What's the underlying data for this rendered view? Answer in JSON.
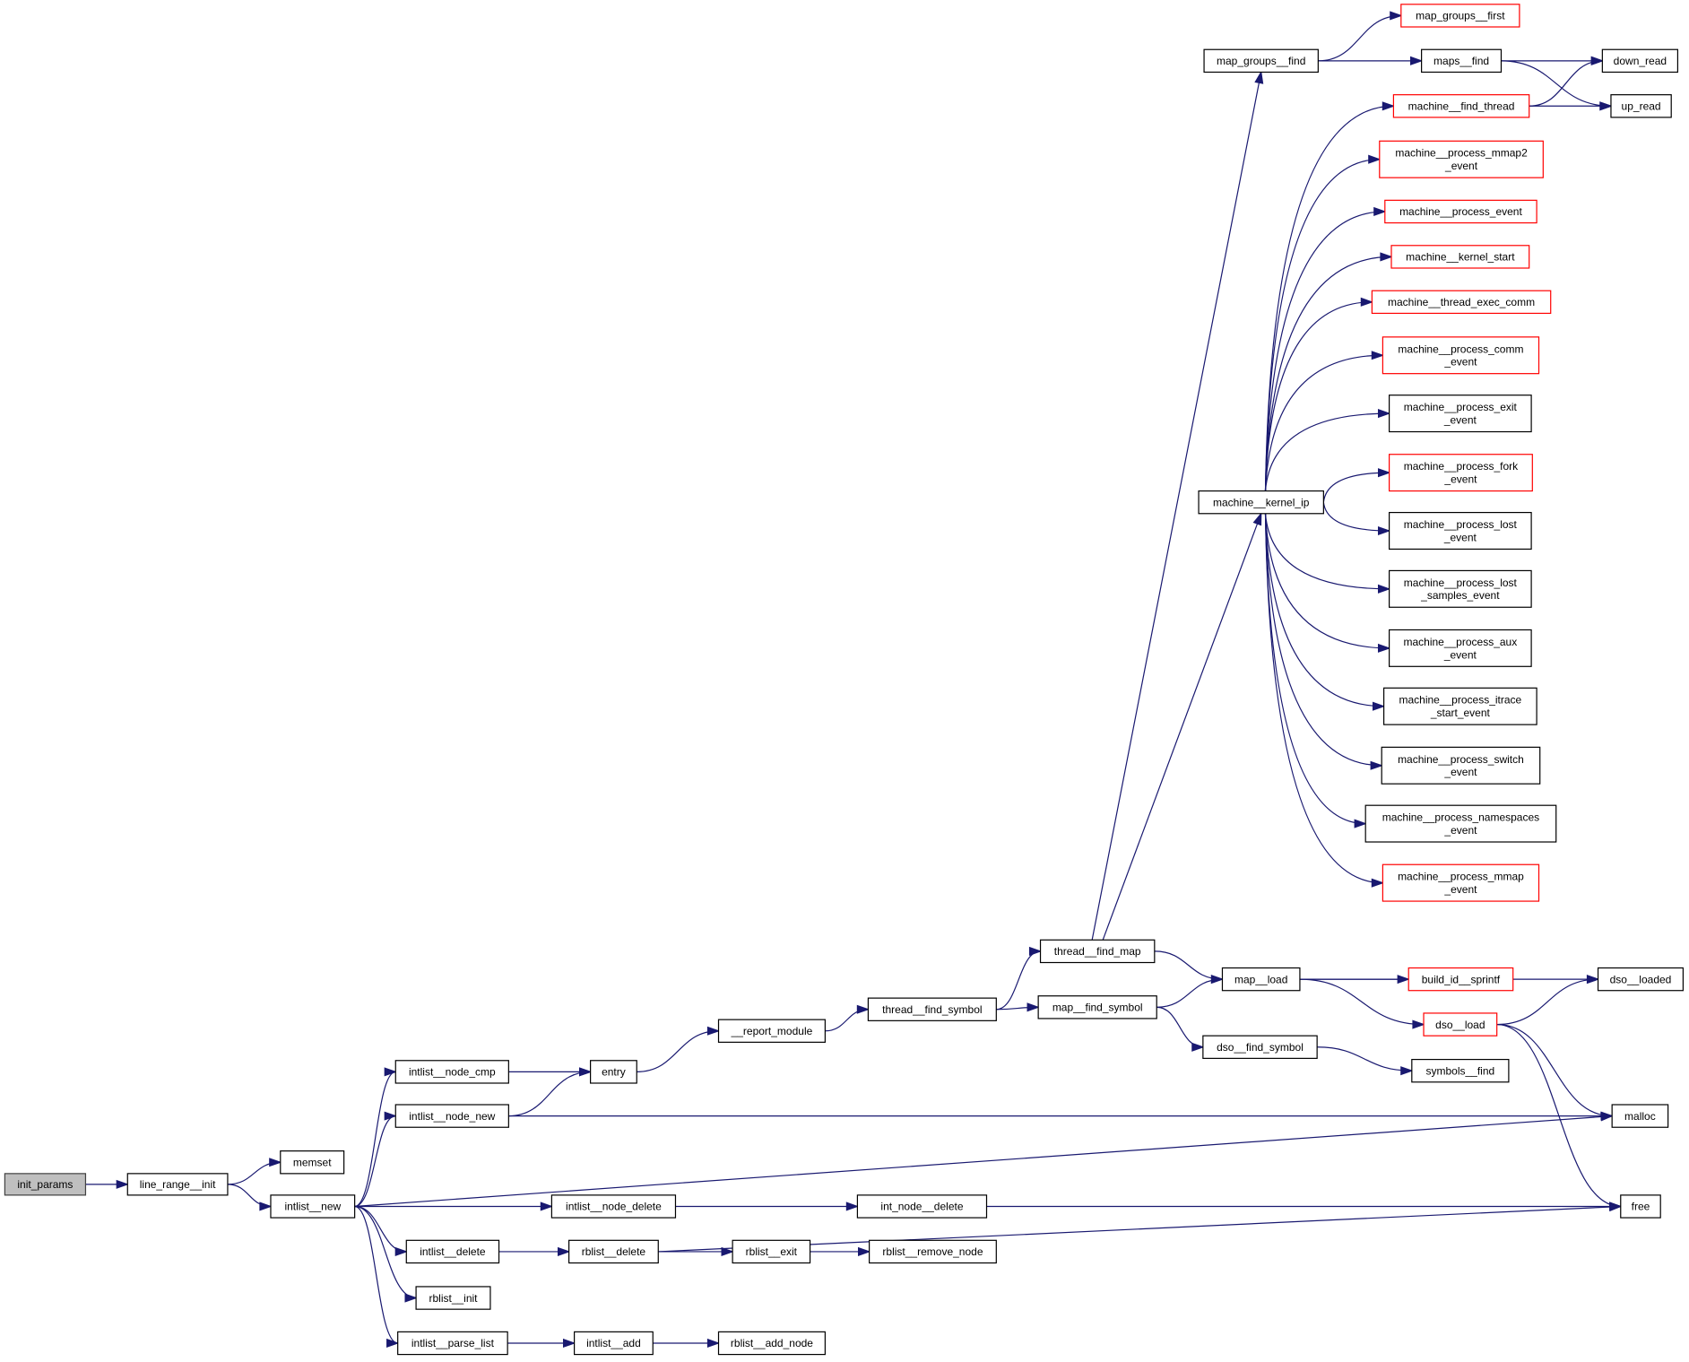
{
  "colors": {
    "edge": "#191970",
    "undocumented_border": "#ff0000",
    "root_fill": "#bfbfbf"
  },
  "nodes": [
    {
      "id": "init_params",
      "lines": [
        "init_params"
      ],
      "root": true
    },
    {
      "id": "line_range__init",
      "lines": [
        "line_range__init"
      ]
    },
    {
      "id": "memset",
      "lines": [
        "memset"
      ]
    },
    {
      "id": "intlist__new",
      "lines": [
        "intlist__new"
      ]
    },
    {
      "id": "intlist__node_cmp",
      "lines": [
        "intlist__node_cmp"
      ]
    },
    {
      "id": "intlist__node_new",
      "lines": [
        "intlist__node_new"
      ]
    },
    {
      "id": "intlist__node_delete",
      "lines": [
        "intlist__node_delete"
      ]
    },
    {
      "id": "intlist__delete",
      "lines": [
        "intlist__delete"
      ]
    },
    {
      "id": "rblist__init",
      "lines": [
        "rblist__init"
      ]
    },
    {
      "id": "intlist__parse_list",
      "lines": [
        "intlist__parse_list"
      ]
    },
    {
      "id": "entry",
      "lines": [
        "entry"
      ]
    },
    {
      "id": "__report_module",
      "lines": [
        "__report_module"
      ]
    },
    {
      "id": "thread__find_symbol",
      "lines": [
        "thread__find_symbol"
      ]
    },
    {
      "id": "thread__find_map",
      "lines": [
        "thread__find_map"
      ]
    },
    {
      "id": "map__find_symbol",
      "lines": [
        "map__find_symbol"
      ]
    },
    {
      "id": "map__load",
      "lines": [
        "map__load"
      ]
    },
    {
      "id": "dso__find_symbol",
      "lines": [
        "dso__find_symbol"
      ]
    },
    {
      "id": "build_id__sprintf",
      "lines": [
        "build_id__sprintf"
      ],
      "red": true
    },
    {
      "id": "dso__load",
      "lines": [
        "dso__load"
      ],
      "red": true
    },
    {
      "id": "symbols__find",
      "lines": [
        "symbols__find"
      ]
    },
    {
      "id": "dso__loaded",
      "lines": [
        "dso__loaded"
      ]
    },
    {
      "id": "malloc",
      "lines": [
        "malloc"
      ]
    },
    {
      "id": "free",
      "lines": [
        "free"
      ]
    },
    {
      "id": "int_node__delete",
      "lines": [
        "int_node__delete"
      ]
    },
    {
      "id": "rblist__delete",
      "lines": [
        "rblist__delete"
      ]
    },
    {
      "id": "rblist__exit",
      "lines": [
        "rblist__exit"
      ]
    },
    {
      "id": "rblist__remove_node",
      "lines": [
        "rblist__remove_node"
      ]
    },
    {
      "id": "intlist__add",
      "lines": [
        "intlist__add"
      ]
    },
    {
      "id": "rblist__add_node",
      "lines": [
        "rblist__add_node"
      ]
    },
    {
      "id": "map_groups__find",
      "lines": [
        "map_groups__find"
      ]
    },
    {
      "id": "map_groups__first",
      "lines": [
        "map_groups__first"
      ],
      "red": true
    },
    {
      "id": "maps__find",
      "lines": [
        "maps__find"
      ]
    },
    {
      "id": "down_read",
      "lines": [
        "down_read"
      ]
    },
    {
      "id": "up_read",
      "lines": [
        "up_read"
      ]
    },
    {
      "id": "machine__find_thread",
      "lines": [
        "machine__find_thread"
      ],
      "red": true
    },
    {
      "id": "machine__kernel_ip",
      "lines": [
        "machine__kernel_ip"
      ]
    },
    {
      "id": "machine__process_mmap2_event",
      "lines": [
        "machine__process_mmap2",
        "_event"
      ],
      "red": true
    },
    {
      "id": "machine__process_event",
      "lines": [
        "machine__process_event"
      ],
      "red": true
    },
    {
      "id": "machine__kernel_start",
      "lines": [
        "machine__kernel_start"
      ],
      "red": true
    },
    {
      "id": "machine__thread_exec_comm",
      "lines": [
        "machine__thread_exec_comm"
      ],
      "red": true
    },
    {
      "id": "machine__process_comm_event",
      "lines": [
        "machine__process_comm",
        "_event"
      ],
      "red": true
    },
    {
      "id": "machine__process_exit_event",
      "lines": [
        "machine__process_exit",
        "_event"
      ]
    },
    {
      "id": "machine__process_fork_event",
      "lines": [
        "machine__process_fork",
        "_event"
      ],
      "red": true
    },
    {
      "id": "machine__process_lost_event",
      "lines": [
        "machine__process_lost",
        "_event"
      ]
    },
    {
      "id": "machine__process_lost_samples_event",
      "lines": [
        "machine__process_lost",
        "_samples_event"
      ]
    },
    {
      "id": "machine__process_aux_event",
      "lines": [
        "machine__process_aux",
        "_event"
      ]
    },
    {
      "id": "machine__process_itrace_start_event",
      "lines": [
        "machine__process_itrace",
        "_start_event"
      ]
    },
    {
      "id": "machine__process_switch_event",
      "lines": [
        "machine__process_switch",
        "_event"
      ]
    },
    {
      "id": "machine__process_namespaces_event",
      "lines": [
        "machine__process_namespaces",
        "_event"
      ]
    },
    {
      "id": "machine__process_mmap_event",
      "lines": [
        "machine__process_mmap",
        "_event"
      ],
      "red": true
    }
  ],
  "edges": [
    [
      "init_params",
      "line_range__init"
    ],
    [
      "line_range__init",
      "memset"
    ],
    [
      "line_range__init",
      "intlist__new"
    ],
    [
      "intlist__new",
      "intlist__node_cmp"
    ],
    [
      "intlist__new",
      "intlist__node_new"
    ],
    [
      "intlist__new",
      "malloc"
    ],
    [
      "intlist__new",
      "intlist__node_delete"
    ],
    [
      "intlist__new",
      "intlist__delete"
    ],
    [
      "intlist__new",
      "rblist__init"
    ],
    [
      "intlist__new",
      "intlist__parse_list"
    ],
    [
      "intlist__node_cmp",
      "entry"
    ],
    [
      "intlist__node_new",
      "entry"
    ],
    [
      "intlist__node_new",
      "malloc"
    ],
    [
      "entry",
      "__report_module"
    ],
    [
      "__report_module",
      "thread__find_symbol"
    ],
    [
      "thread__find_symbol",
      "thread__find_map"
    ],
    [
      "thread__find_symbol",
      "map__find_symbol"
    ],
    [
      "thread__find_map",
      "map_groups__find"
    ],
    [
      "thread__find_map",
      "machine__kernel_ip"
    ],
    [
      "thread__find_map",
      "map__load"
    ],
    [
      "map__find_symbol",
      "map__load"
    ],
    [
      "map__find_symbol",
      "dso__find_symbol"
    ],
    [
      "map__load",
      "dso__loaded"
    ],
    [
      "map__load",
      "build_id__sprintf"
    ],
    [
      "map__load",
      "dso__load"
    ],
    [
      "dso__load",
      "dso__loaded"
    ],
    [
      "dso__load",
      "malloc"
    ],
    [
      "dso__load",
      "free"
    ],
    [
      "dso__find_symbol",
      "symbols__find"
    ],
    [
      "intlist__node_delete",
      "int_node__delete"
    ],
    [
      "int_node__delete",
      "free"
    ],
    [
      "intlist__delete",
      "rblist__delete"
    ],
    [
      "rblist__delete",
      "rblist__exit"
    ],
    [
      "rblist__delete",
      "free"
    ],
    [
      "rblist__exit",
      "rblist__remove_node"
    ],
    [
      "intlist__parse_list",
      "intlist__add"
    ],
    [
      "intlist__add",
      "rblist__add_node"
    ],
    [
      "map_groups__find",
      "map_groups__first"
    ],
    [
      "map_groups__find",
      "maps__find"
    ],
    [
      "maps__find",
      "down_read"
    ],
    [
      "maps__find",
      "up_read"
    ],
    [
      "machine__find_thread",
      "down_read"
    ],
    [
      "machine__find_thread",
      "up_read"
    ],
    [
      "machine__kernel_ip",
      "machine__find_thread"
    ],
    [
      "machine__kernel_ip",
      "machine__process_mmap2_event"
    ],
    [
      "machine__kernel_ip",
      "machine__process_event"
    ],
    [
      "machine__kernel_ip",
      "machine__kernel_start"
    ],
    [
      "machine__kernel_ip",
      "machine__thread_exec_comm"
    ],
    [
      "machine__kernel_ip",
      "machine__process_comm_event"
    ],
    [
      "machine__kernel_ip",
      "machine__process_exit_event"
    ],
    [
      "machine__kernel_ip",
      "machine__process_fork_event"
    ],
    [
      "machine__kernel_ip",
      "machine__process_lost_event"
    ],
    [
      "machine__kernel_ip",
      "machine__process_lost_samples_event"
    ],
    [
      "machine__kernel_ip",
      "machine__process_aux_event"
    ],
    [
      "machine__kernel_ip",
      "machine__process_itrace_start_event"
    ],
    [
      "machine__kernel_ip",
      "machine__process_switch_event"
    ],
    [
      "machine__kernel_ip",
      "machine__process_namespaces_event"
    ],
    [
      "machine__kernel_ip",
      "machine__process_mmap_event"
    ]
  ]
}
